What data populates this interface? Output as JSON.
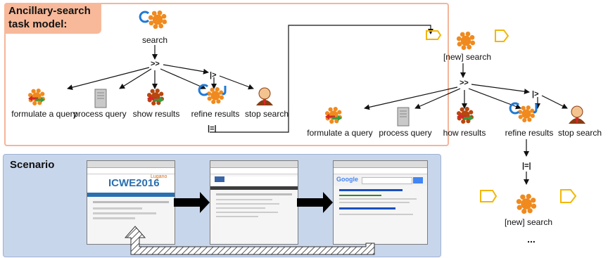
{
  "title": "Ancillary-search\ntask model:",
  "scenario_title": "Scenario",
  "left_model": {
    "root": "search",
    "op_enable": ">>",
    "op_suspend": "|>",
    "op_loop": "|=|",
    "tasks": [
      "formulate a query",
      "process query",
      "show results",
      "refine results",
      "stop search"
    ]
  },
  "right_model": {
    "root": "[new] search",
    "op_enable": ">>",
    "op_suspend": "|>",
    "op_loop": "|=|",
    "tasks": [
      "formulate a query",
      "process query",
      "how results",
      "refine results",
      "stop search"
    ],
    "repeat_root": "[new] search",
    "ellipsis": "..."
  },
  "screens": {
    "s1_logo": "ICWE2016",
    "s1_sub": "Lugano",
    "s3_logo": "Google"
  },
  "colors": {
    "panel_border": "#f4b59a",
    "title_bg": "#f7b99a",
    "scenario_bg": "#c8d6ec",
    "splat": "#f08a1e",
    "dark_splat": "#b8460e"
  }
}
